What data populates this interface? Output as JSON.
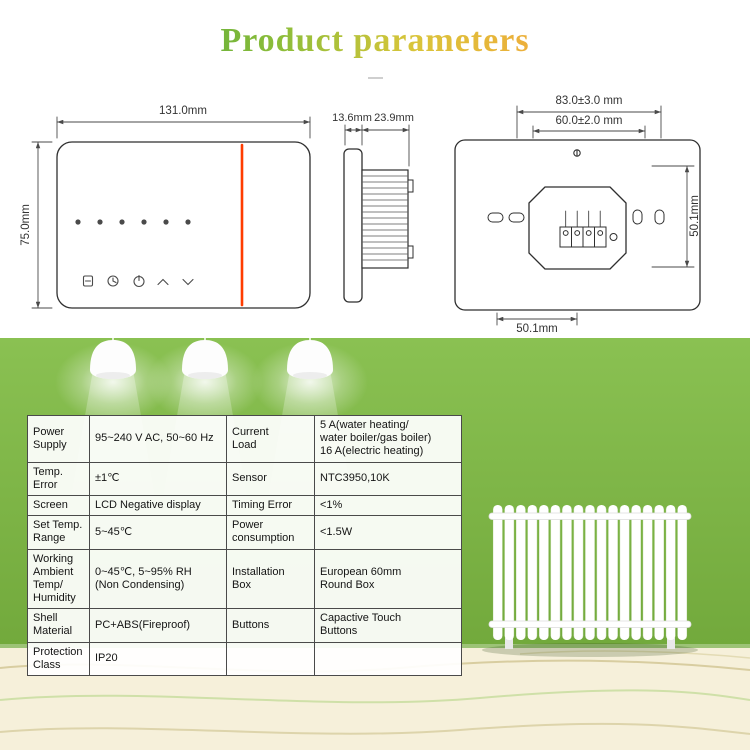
{
  "title": "Product parameters",
  "colors": {
    "accent_red_line": "#ff3c00",
    "wall_green": "#7cb342",
    "floor_cream": "#f6f0da",
    "title_gradient_start": "#3fa23c",
    "title_gradient_end": "#f6bc55"
  },
  "drawings": {
    "front_view": {
      "width_label": "131.0mm",
      "height_label": "75.0mm",
      "icons": [
        "display-icon",
        "clock-icon",
        "power-icon",
        "arrow-up-icon",
        "arrow-down-icon"
      ]
    },
    "side_view": {
      "front_depth_label": "13.6mm",
      "body_depth_label": "23.9mm"
    },
    "back_view": {
      "outer_width_label": "83.0±3.0 mm",
      "inner_width_label": "60.0±2.0 mm",
      "height_label": "50.1mm",
      "bottom_offset_label": "50.1mm"
    }
  },
  "spec_table": {
    "rows": [
      {
        "cells": [
          "Power\nSupply",
          "95~240 V AC,  50~60 Hz",
          "Current\nLoad",
          "5 A(water heating/\nwater boiler/gas boiler)\n16 A(electric heating)"
        ]
      },
      {
        "cells": [
          "Temp.\nError",
          "±1℃",
          "Sensor",
          "NTC3950,10K"
        ]
      },
      {
        "cells": [
          "Screen",
          "LCD Negative display",
          "Timing Error",
          "<1%"
        ]
      },
      {
        "cells": [
          "Set Temp.\nRange",
          "5~45℃",
          "Power\nconsumption",
          "<1.5W"
        ]
      },
      {
        "cells": [
          "Working\nAmbient\nTemp/\nHumidity",
          "0~45℃,  5~95% RH\n(Non Condensing)",
          "Installation\nBox",
          "European 60mm\nRound Box"
        ]
      },
      {
        "cells": [
          "Shell\nMaterial",
          "PC+ABS(Fireproof)",
          "Buttons",
          "Capactive Touch\nButtons"
        ]
      },
      {
        "cells": [
          "Protection\nClass",
          "IP20",
          "",
          ""
        ]
      }
    ]
  }
}
